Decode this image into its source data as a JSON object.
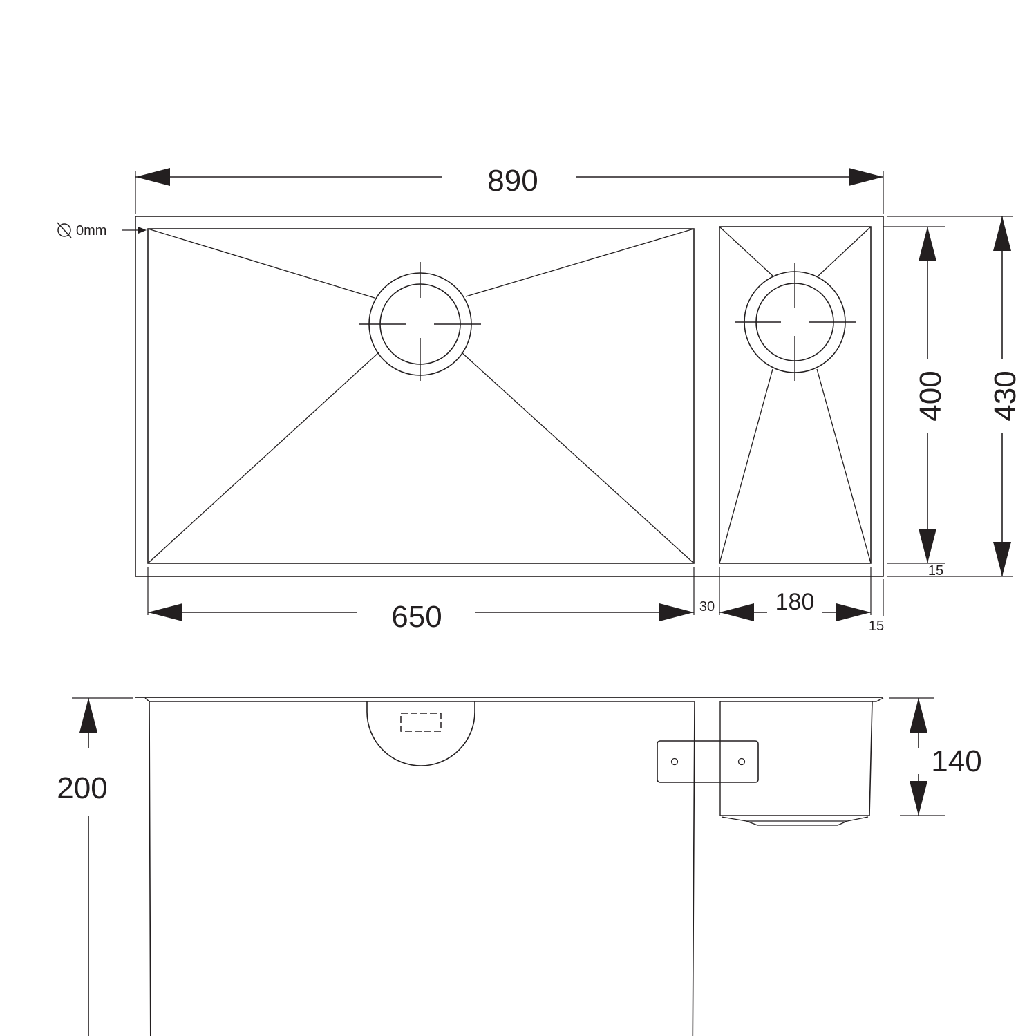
{
  "labels": {
    "overall_width": "890",
    "overall_depth": "430",
    "large_bowl_width": "650",
    "large_bowl_depth": "400",
    "small_bowl_width": "180",
    "divider_width": "30",
    "right_flange": "15",
    "bottom_flange": "15",
    "corner_radius": "0mm",
    "large_bowl_height": "200",
    "small_bowl_height": "140"
  },
  "colors": {
    "line": "#231f20",
    "background": "#ffffff"
  },
  "icons": {
    "radius_symbol": "diameter-symbol-icon"
  }
}
